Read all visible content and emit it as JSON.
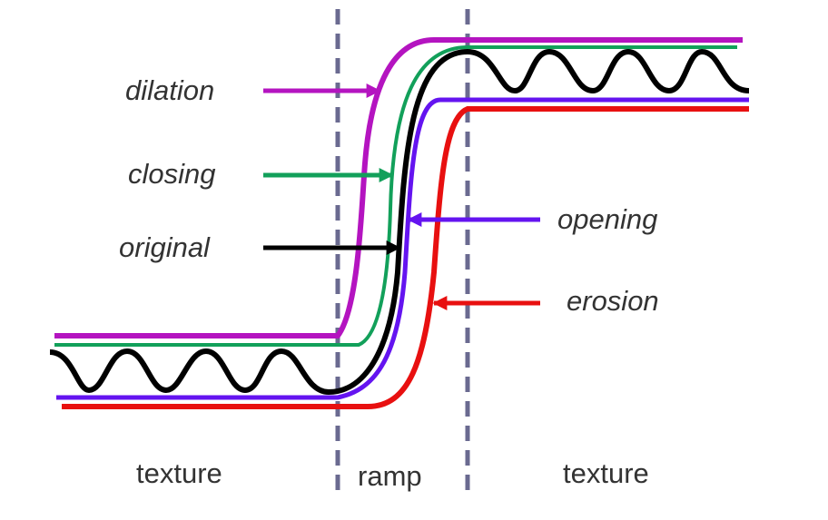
{
  "labels": {
    "dilation": "dilation",
    "closing": "closing",
    "original": "original",
    "opening": "opening",
    "erosion": "erosion"
  },
  "regions": {
    "left": "texture",
    "middle": "ramp",
    "right": "texture"
  },
  "colors": {
    "dilation": "#b414c0",
    "closing": "#12a05a",
    "original": "#000000",
    "opening": "#6414f0",
    "erosion": "#e81010",
    "divider": "#6a6a90"
  }
}
